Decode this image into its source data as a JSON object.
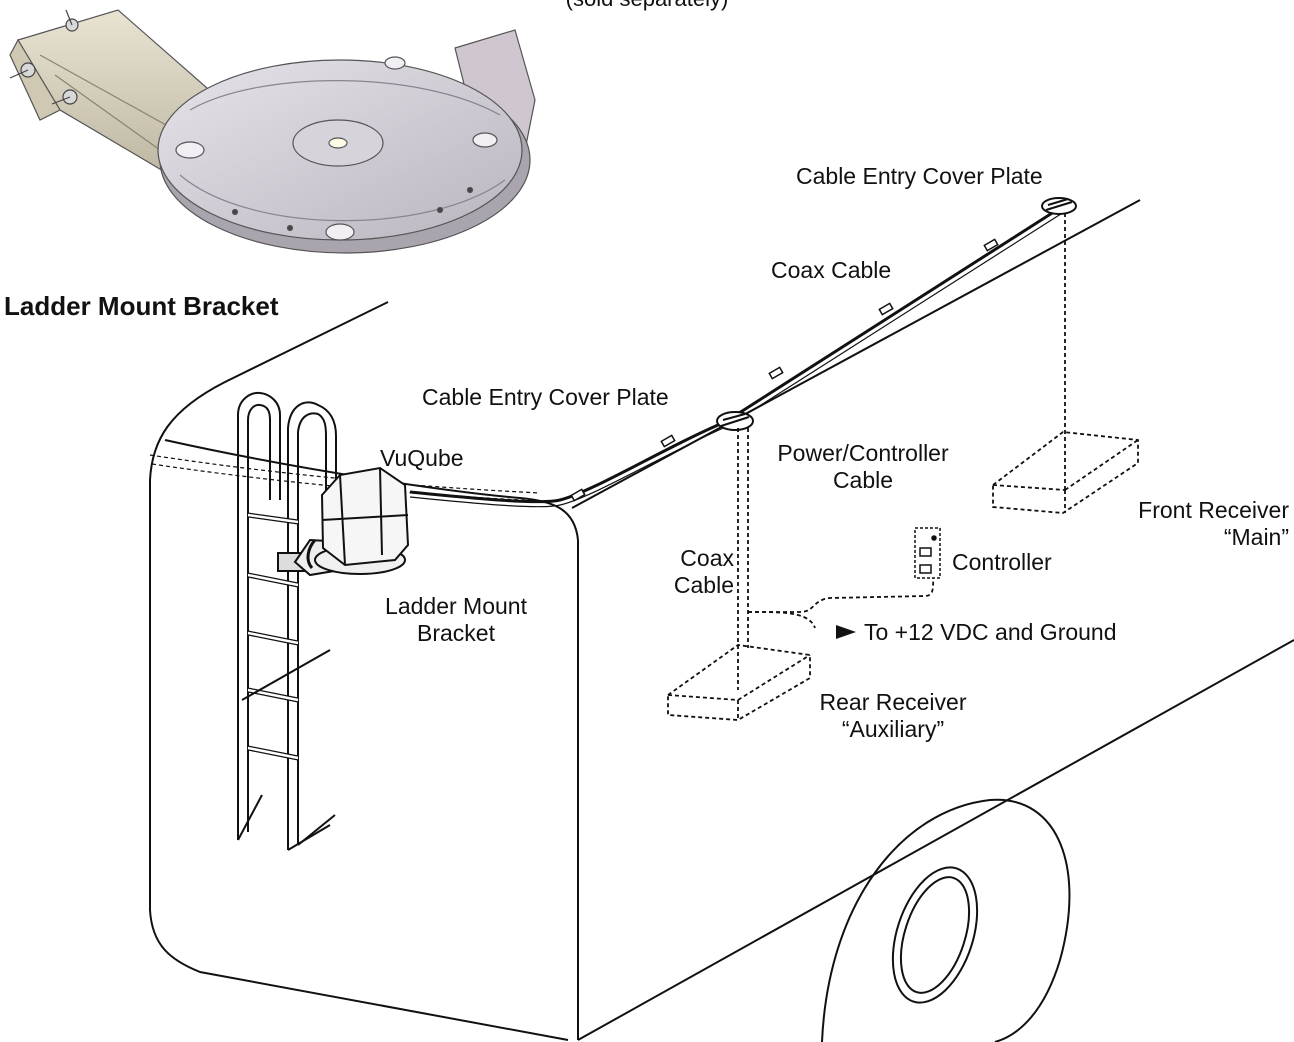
{
  "header": {
    "caption": "(sold separately)"
  },
  "inset": {
    "title": "Ladder Mount Bracket"
  },
  "labels": {
    "cable_entry_top": "Cable Entry Cover Plate",
    "coax_cable_top": "Coax Cable",
    "cable_entry_mid": "Cable Entry Cover Plate",
    "vuqube": "VuQube",
    "power_controller_line1": "Power/Controller",
    "power_controller_line2": "Cable",
    "front_receiver_line1": "Front Receiver",
    "front_receiver_line2": "“Main”",
    "coax_cable_side_line1": "Coax",
    "coax_cable_side_line2": "Cable",
    "controller": "Controller",
    "power_source": "To +12 VDC and Ground",
    "ladder_bracket_line1": "Ladder Mount",
    "ladder_bracket_line2": "Bracket",
    "rear_receiver_line1": "Rear Receiver",
    "rear_receiver_line2": "“Auxiliary”"
  }
}
